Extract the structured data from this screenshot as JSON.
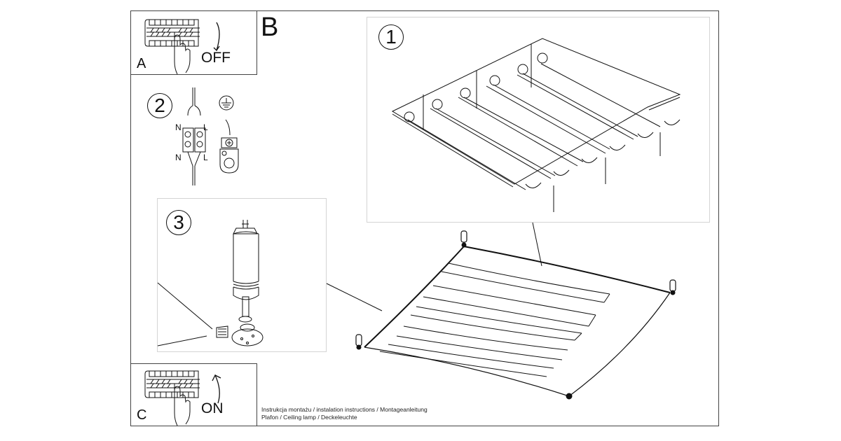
{
  "document": {
    "sheet_label": "B",
    "step_a": {
      "letter": "A",
      "state_label": "OFF",
      "icon": "circuit-breaker-switch-off-icon"
    },
    "step_c": {
      "letter": "C",
      "state_label": "ON",
      "icon": "circuit-breaker-switch-on-icon"
    },
    "step_1": {
      "number": "1",
      "description_icon": "ceiling-panel-with-tubes-exploded-icon"
    },
    "step_2": {
      "number": "2",
      "wire_labels_top": [
        "N",
        "L"
      ],
      "wire_labels_bottom": [
        "N",
        "L"
      ],
      "ground_icon": "earth-ground-icon",
      "terminal_icon": "terminal-block-icon"
    },
    "step_3": {
      "number": "3",
      "description_icon": "lamp-holder-screw-assembly-icon"
    },
    "caption": {
      "line1": "Instrukcja montażu / instalation instructions / Montageanleitung",
      "line2": "Plafon / Ceiling lamp / Deckeleuchte"
    }
  }
}
